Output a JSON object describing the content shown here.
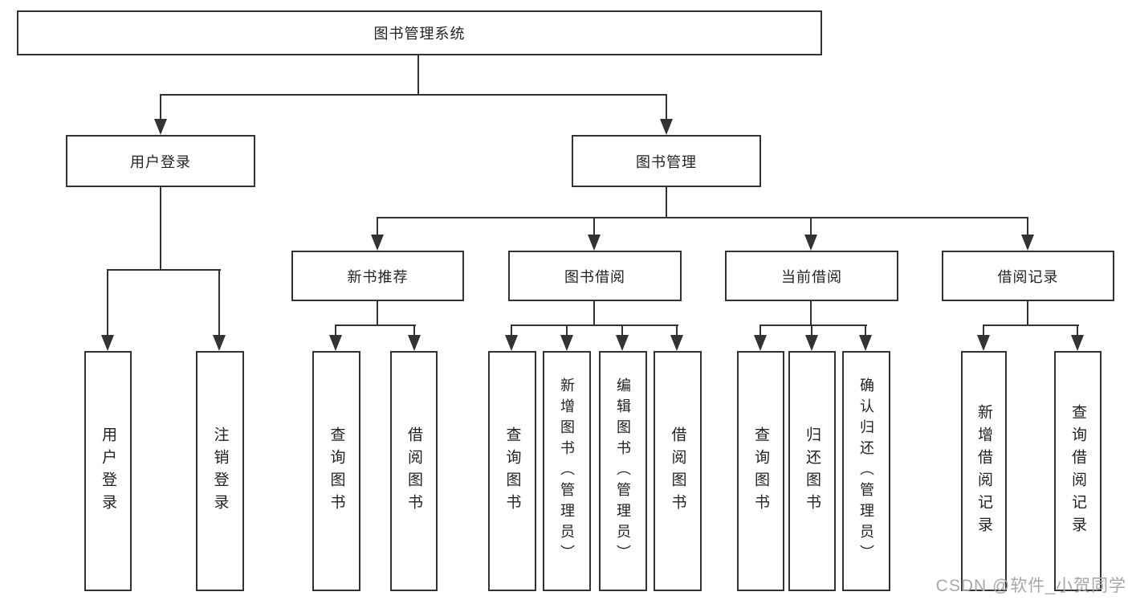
{
  "diagram": {
    "root": {
      "label": "图书管理系统"
    },
    "level2": [
      {
        "label": "用户登录"
      },
      {
        "label": "图书管理"
      }
    ],
    "level3": [
      {
        "label": "新书推荐",
        "parent": "图书管理"
      },
      {
        "label": "图书借阅",
        "parent": "图书管理"
      },
      {
        "label": "当前借阅",
        "parent": "图书管理"
      },
      {
        "label": "借阅记录",
        "parent": "图书管理"
      }
    ],
    "leaves": [
      {
        "group": "用户登录",
        "label": "用户登录"
      },
      {
        "group": "用户登录",
        "label": "注销登录"
      },
      {
        "group": "新书推荐",
        "label": "查询图书"
      },
      {
        "group": "新书推荐",
        "label": "借阅图书"
      },
      {
        "group": "图书借阅",
        "label": "查询图书"
      },
      {
        "group": "图书借阅",
        "label": "新增图书（管理员）"
      },
      {
        "group": "图书借阅",
        "label": "编辑图书（管理员）"
      },
      {
        "group": "图书借阅",
        "label": "借阅图书"
      },
      {
        "group": "当前借阅",
        "label": "查询图书"
      },
      {
        "group": "当前借阅",
        "label": "归还图书"
      },
      {
        "group": "当前借阅",
        "label": "确认归还（管理员）"
      },
      {
        "group": "借阅记录",
        "label": "新增借阅记录"
      },
      {
        "group": "借阅记录",
        "label": "查询借阅记录"
      }
    ]
  },
  "watermark": {
    "text": "CSDN @软件_小贺同学"
  },
  "colors": {
    "line": "#333333",
    "text": "#222222",
    "background": "#ffffff",
    "watermark": "#a8a8a8"
  }
}
